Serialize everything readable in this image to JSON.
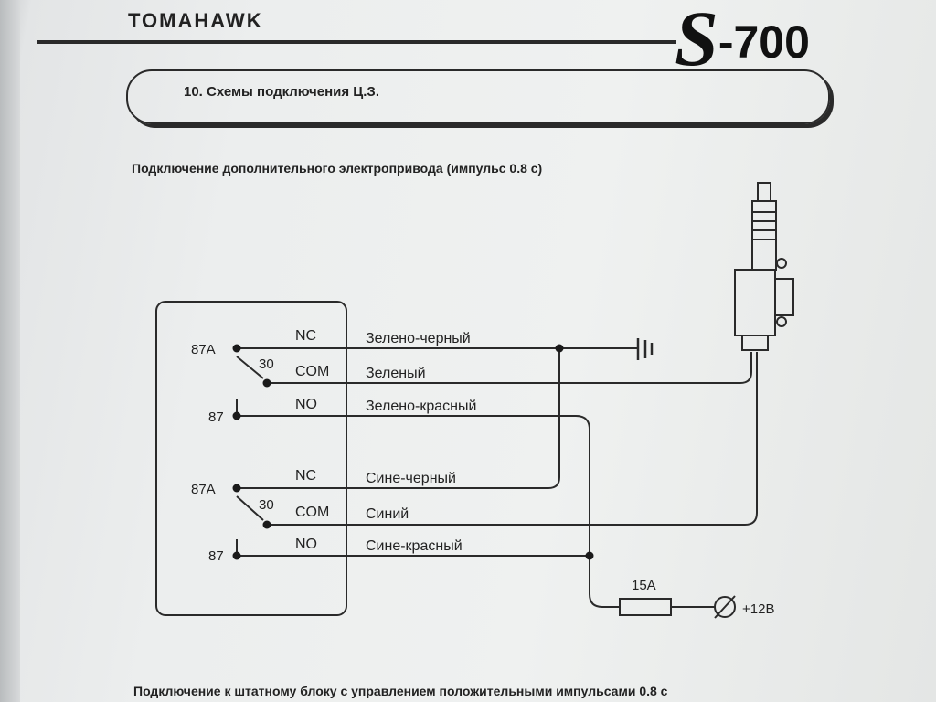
{
  "header": {
    "brand": "TOMAHAWK",
    "model_letter": "S",
    "model_number": "-700"
  },
  "section": {
    "title": "10. Схемы подключения Ц.З."
  },
  "diagram": {
    "title": "Подключение дополнительного электропривода (импульс 0.8 с)",
    "relay1": {
      "pin_87a": "87A",
      "pin_30": "30",
      "pin_87": "87",
      "nc": "NC",
      "com": "COM",
      "no": "NO",
      "wire_nc": "Зелено-черный",
      "wire_com": "Зеленый",
      "wire_no": "Зелено-красный"
    },
    "relay2": {
      "pin_87a": "87A",
      "pin_30": "30",
      "pin_87": "87",
      "nc": "NC",
      "com": "COM",
      "no": "NO",
      "wire_nc": "Сине-черный",
      "wire_com": "Синий",
      "wire_no": "Сине-красный"
    },
    "fuse_label": "15A",
    "power_label": "+12В"
  },
  "next_section": {
    "title": "Подключение к штатному блоку с управлением положительными импульсами 0.8 с"
  }
}
